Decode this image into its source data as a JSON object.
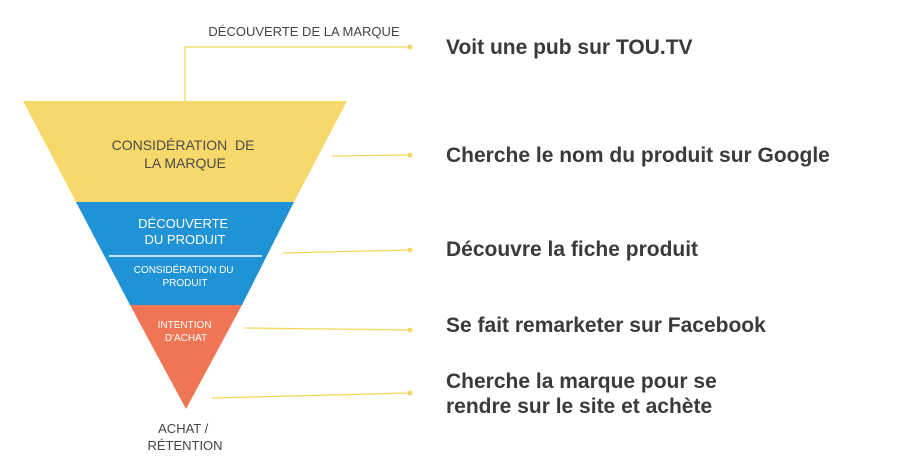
{
  "funnel": {
    "top_label": "DÉCOUVERTE DE LA MARQUE",
    "bottom_label": [
      "ACHAT /",
      "RÉTENTION"
    ],
    "segments": [
      {
        "lines": [
          "CONSIDÉRATION  DE",
          "LA MARQUE"
        ],
        "color": "#f7d86b"
      },
      {
        "lines": [
          "DÉCOUVERTE",
          "DU PRODUIT"
        ],
        "color": "#1f93d6"
      },
      {
        "lines": [
          "CONSIDÉRATION DU",
          "PRODUIT"
        ],
        "color": "#1f93d6"
      },
      {
        "lines": [
          "INTENTION",
          "D'ACHAT"
        ],
        "color": "#ee7654"
      }
    ],
    "connector_color": "#f4d75c"
  },
  "steps": [
    {
      "lines": [
        "Voit une pub sur TOU.TV"
      ]
    },
    {
      "lines": [
        "Cherche le nom du produit sur Google"
      ]
    },
    {
      "lines": [
        "Découvre la fiche produit"
      ]
    },
    {
      "lines": [
        "Se fait remarketer sur Facebook"
      ]
    },
    {
      "lines": [
        "Cherche la marque pour se",
        "rendre sur le site et achète"
      ]
    }
  ]
}
